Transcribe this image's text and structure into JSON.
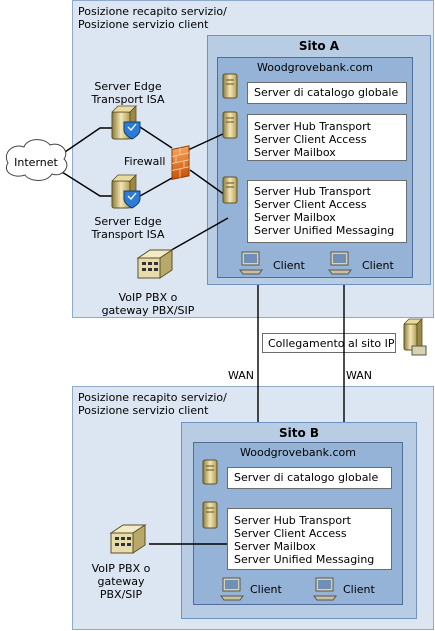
{
  "region_top": {
    "title_line1": "Posizione recapito servizio/",
    "title_line2": "Posizione servizio client"
  },
  "site_a": {
    "title": "Sito A",
    "org": "Woodgrovebank.com",
    "gc": "Server di catalogo globale",
    "server1": [
      "Server Hub Transport",
      "Server Client Access",
      "Server Mailbox"
    ],
    "server2": [
      "Server Hub Transport",
      "Server Client Access",
      "Server Mailbox",
      "Server Unified Messaging"
    ],
    "client_label": "Client"
  },
  "left": {
    "edge1": [
      "Server Edge",
      "Transport ISA"
    ],
    "edge2": [
      "Server Edge",
      "Transport ISA"
    ],
    "internet": "Internet",
    "firewall": "Firewall",
    "voip_top": [
      "VoIP PBX o",
      "gateway PBX/SIP"
    ]
  },
  "wan": {
    "link_label": "Collegamento al sito IP",
    "wan_left": "WAN",
    "wan_right": "WAN"
  },
  "region_bottom": {
    "title_line1": "Posizione recapito servizio/",
    "title_line2": "Posizione servizio client"
  },
  "site_b": {
    "title": "Sito B",
    "org": "Woodgrovebank.com",
    "gc": "Server di catalogo globale",
    "server": [
      "Server Hub Transport",
      "Server Client Access",
      "Server Mailbox",
      "Server Unified Messaging"
    ],
    "client_label": "Client"
  },
  "voip_bottom": [
    "VoIP PBX o",
    "gateway",
    "PBX/SIP"
  ],
  "colors": {
    "region_fill": "#dce6f2",
    "site_fill": "#b8cce4",
    "org_fill": "#95b3d7",
    "firewall": "#e46c0a"
  }
}
